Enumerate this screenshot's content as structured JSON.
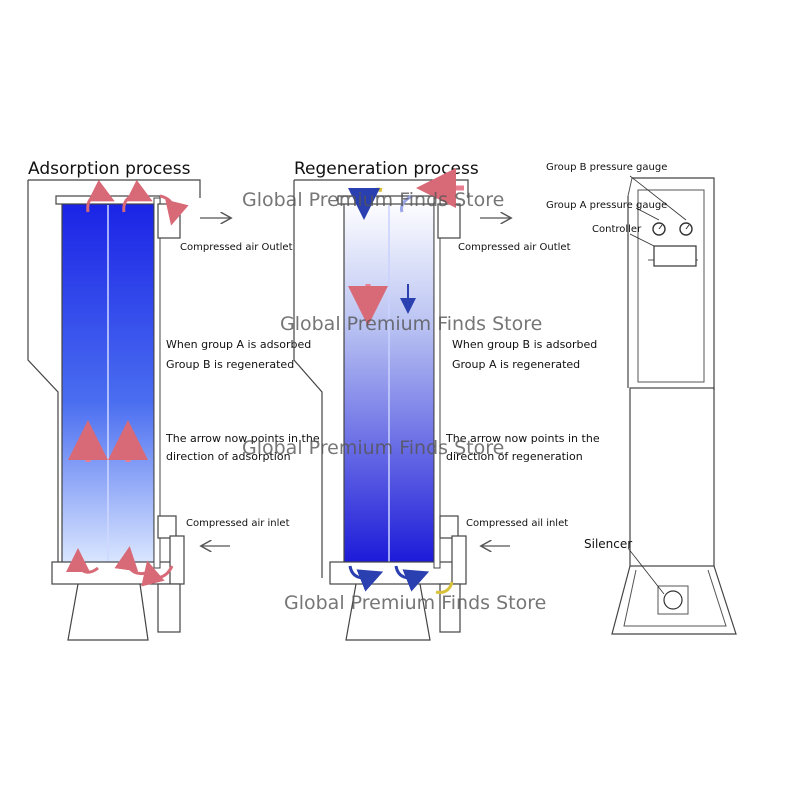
{
  "titles": {
    "adsorption": "Adsorption process",
    "regeneration": "Regeneration process"
  },
  "adsorption_labels": {
    "outlet": "Compressed air Outlet",
    "note_line1": "When group A is adsorbed",
    "note_line2": "Group B is regenerated",
    "arrow_line1": "The arrow now points in the",
    "arrow_line2": "direction of adsorption",
    "inlet": "Compressed air inlet"
  },
  "regeneration_labels": {
    "outlet": "Compressed air Outlet",
    "note_line1": "When group B is adsorbed",
    "note_line2": "Group A is regenerated",
    "arrow_line1": "The arrow now points in the",
    "arrow_line2": "direction of regeneration",
    "inlet": "Compressed ail inlet"
  },
  "cabinet_labels": {
    "gauge_b": "Group B pressure gauge",
    "gauge_a": "Group A pressure gauge",
    "controller": "Controller",
    "silencer": "Silencer"
  },
  "watermark": "Global Premium Finds Store",
  "colors": {
    "tower_blue": "#1f2fe0",
    "arrow_red": "#d86a78",
    "arrow_blue": "#2a3fb0",
    "arrow_yellow": "#d8c23a"
  }
}
